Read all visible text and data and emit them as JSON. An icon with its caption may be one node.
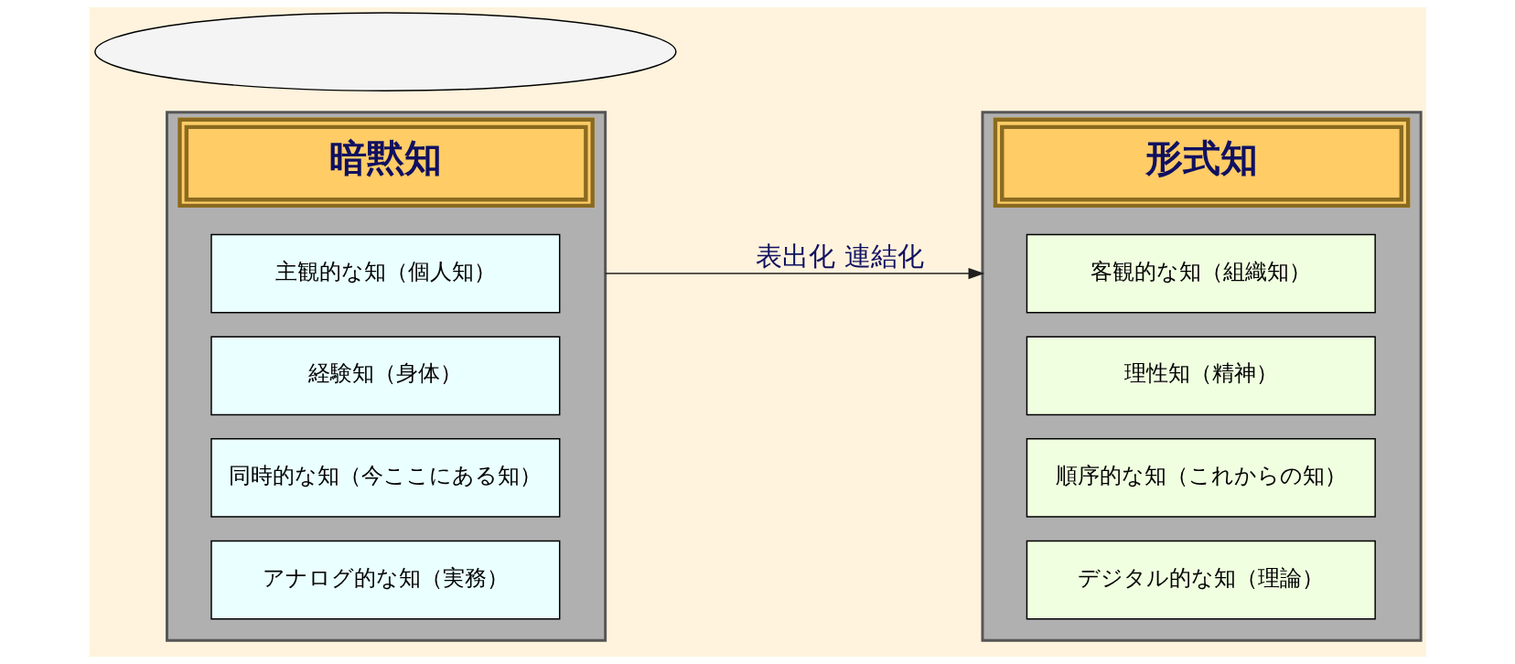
{
  "diagram": {
    "nodes": [
      {
        "text": [
          "暗黙知"
        ]
      },
      {
        "text": [
          "主観的な知（個人知）"
        ],
        "in": 0
      },
      {
        "text": [
          "経験知（身体）"
        ],
        "in": 0
      },
      {
        "text": [
          "同時的な知（今ここにある知）"
        ],
        "in": 0
      },
      {
        "text": [
          "アナログ的な知（実務）"
        ],
        "in": 0
      },
      {
        "text": [
          "形式知"
        ]
      },
      {
        "text": [
          "客観的な知（組織知）"
        ],
        "in": 5
      },
      {
        "text": [
          "理性知（精神）"
        ],
        "in": 5
      },
      {
        "text": [
          "順序的な知（これからの知）"
        ],
        "in": 5
      },
      {
        "text": [
          "デジタル的な知（理論）"
        ],
        "in": 5
      },
      {
        "text": [],
        "shape": "cloud"
      }
    ],
    "edges": [
      {
        "from": 0,
        "to": 5,
        "arrow": "to",
        "label": "表出化 連結化"
      }
    ]
  }
}
